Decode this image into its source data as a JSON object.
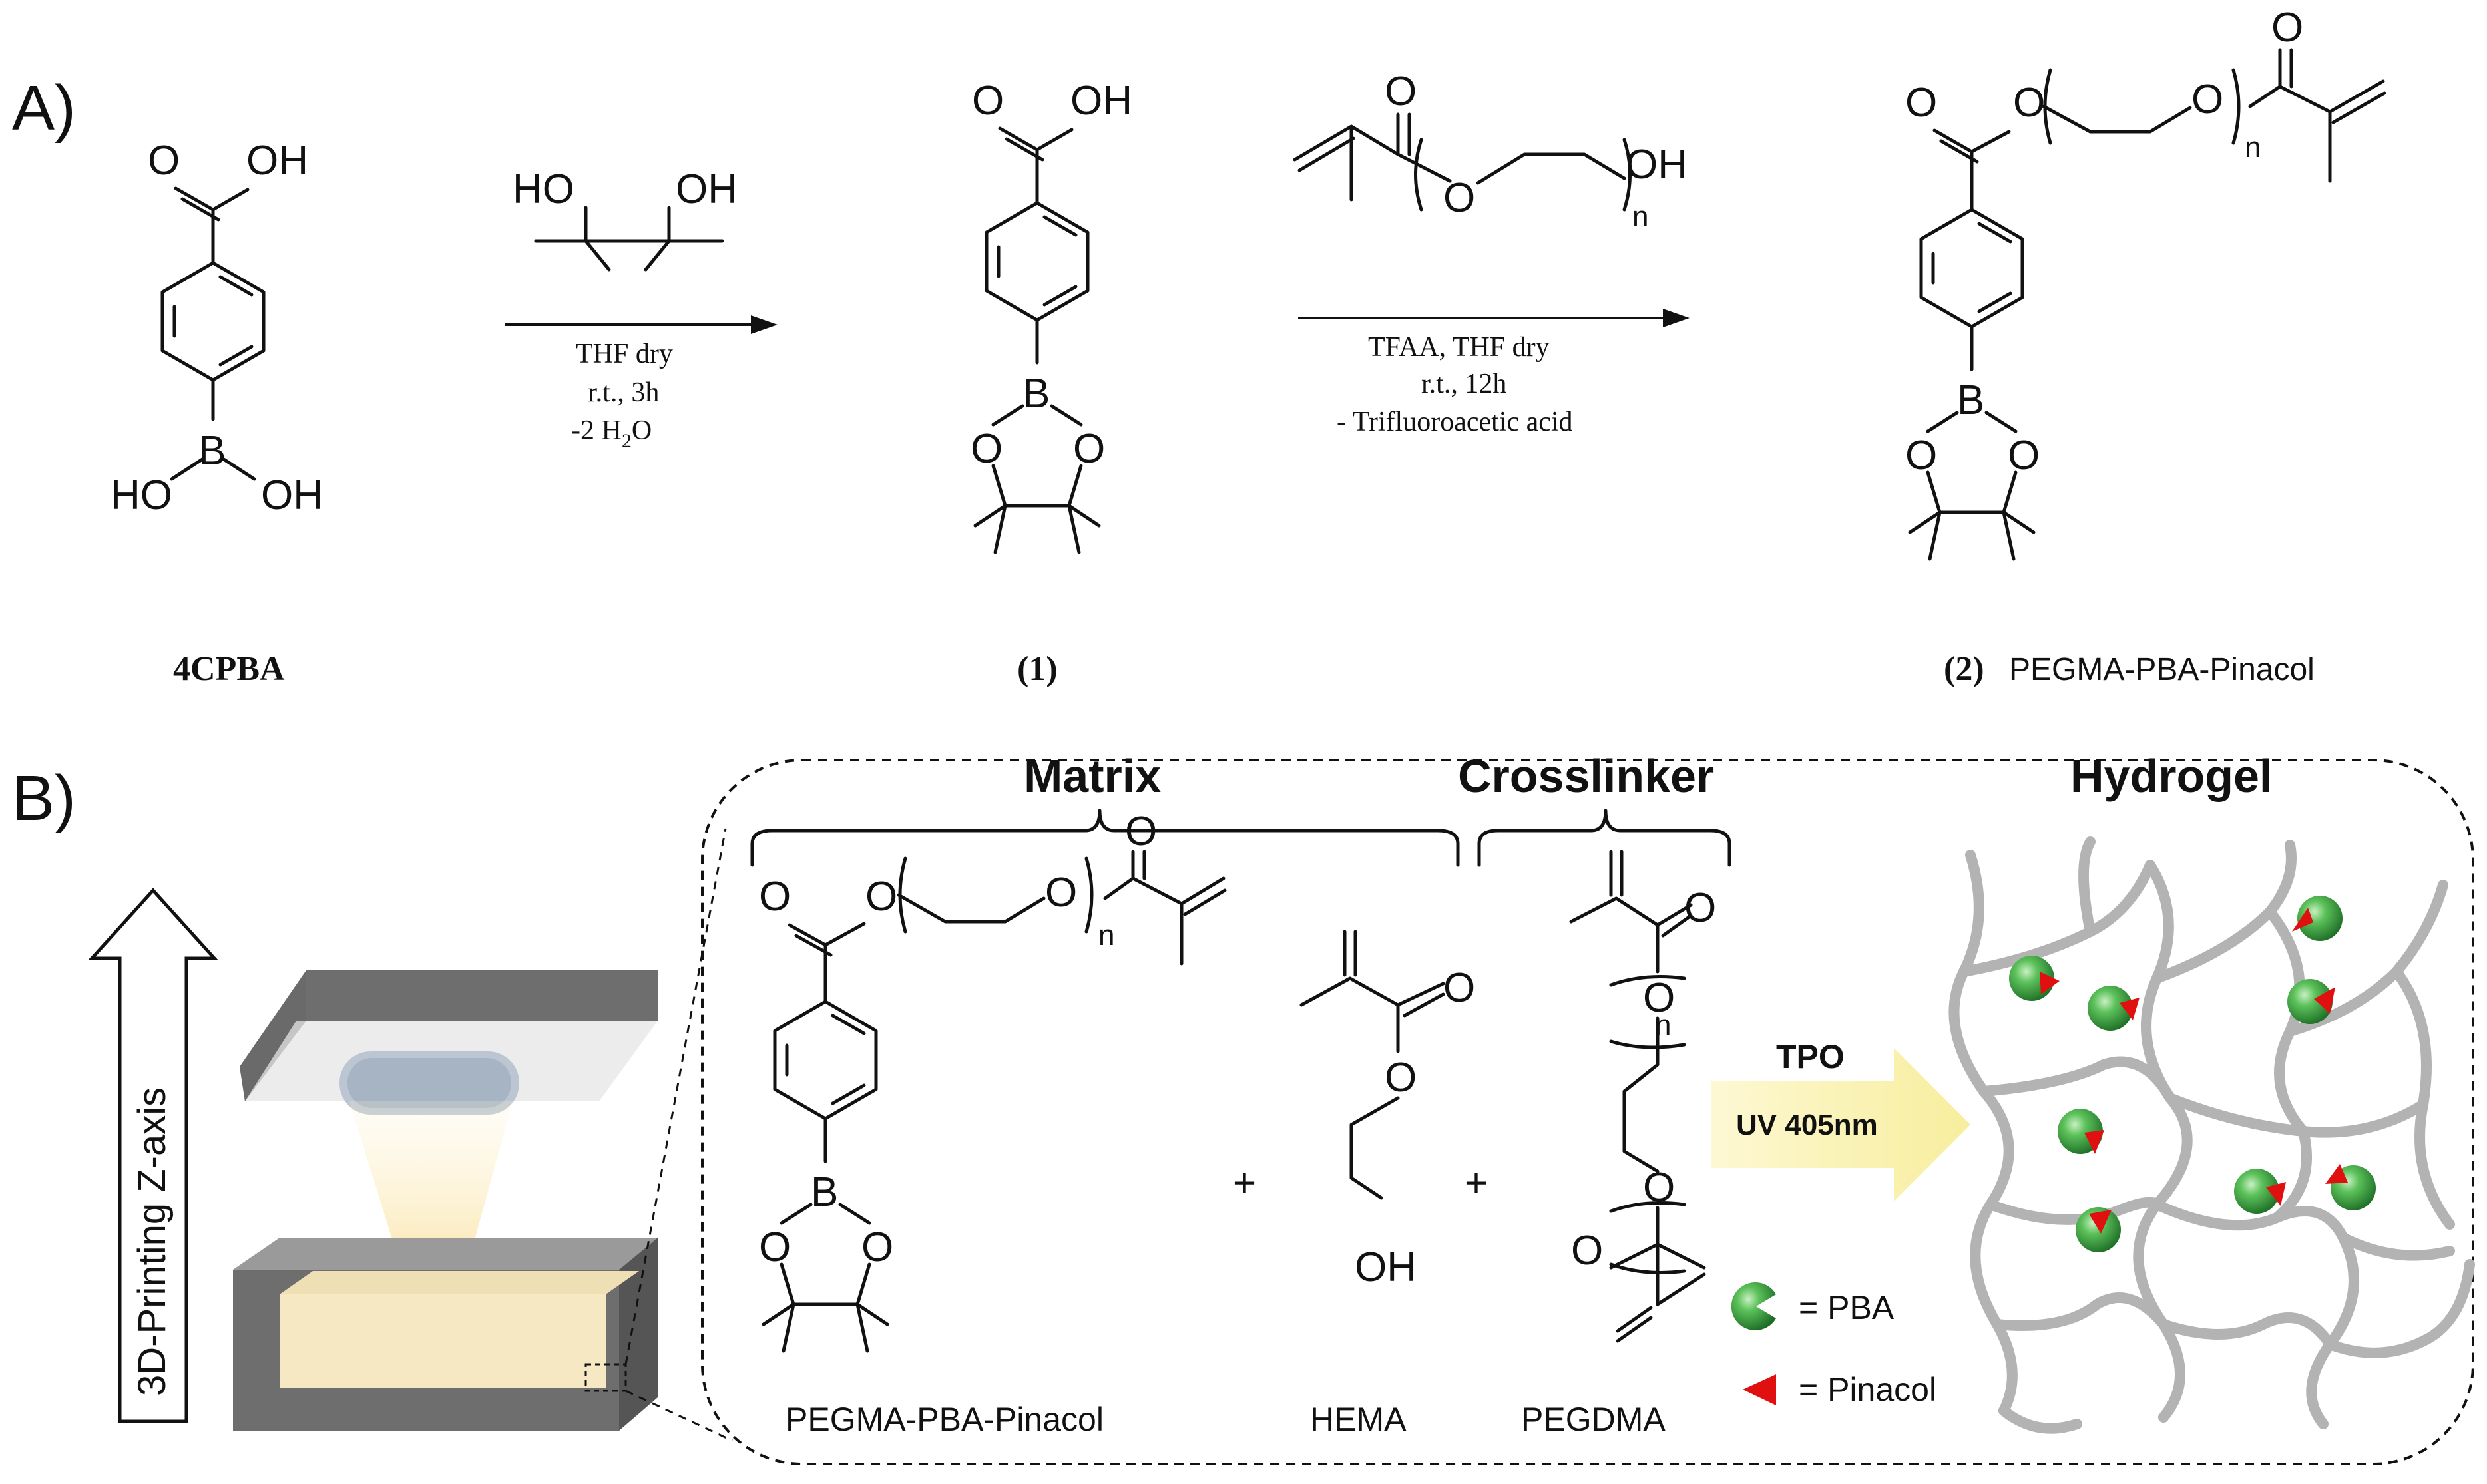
{
  "panel_a": {
    "label": "A)",
    "reactant_name": "4CPBA",
    "reagent1": {
      "ho_left": "HO",
      "oh_right": "OH"
    },
    "step1": {
      "line1": "THF dry",
      "line2": "r.t., 3h",
      "line3_prefix": "-2 H",
      "line3_sub": "2",
      "line3_suffix": "O"
    },
    "product1_name": "(1)",
    "reagent2": {
      "o_carbonyl": "O",
      "o_ether": "O",
      "oh": "OH",
      "n": "n"
    },
    "step2": {
      "line1": "TFAA, THF dry",
      "line2": "r.t., 12h",
      "line3": "- Trifluoroacetic acid"
    },
    "product2_number": "(2)",
    "product2_name": "PEGMA-PBA-Pinacol",
    "atoms": {
      "O": "O",
      "OH": "OH",
      "HO": "HO",
      "B": "B",
      "n": "n"
    }
  },
  "panel_b": {
    "label": "B)",
    "axis_label": "3D-Printing Z-axis",
    "matrix_label": "Matrix",
    "crosslinker_label": "Crosslinker",
    "hydrogel_label": "Hydrogel",
    "plus1": "+",
    "plus2": "+",
    "mol1_name": "PEGMA-PBA-Pinacol",
    "mol2_name": "HEMA",
    "mol3_name": "PEGDMA",
    "initiator": "TPO",
    "uv": "UV 405nm",
    "legend": [
      {
        "symbol": "pba-icon",
        "label": "= PBA"
      },
      {
        "symbol": "pinacol-icon",
        "label": "= Pinacol"
      }
    ]
  },
  "colors": {
    "pba_green": "#3aa34a",
    "pinacol_red": "#e01010",
    "network_gray": "#b3b3b3",
    "printer_gray": "#6e6e6e",
    "uv_arrow": "#fbf5c0",
    "resin": "#f6e8c3",
    "light_cone": "#f5c850"
  }
}
